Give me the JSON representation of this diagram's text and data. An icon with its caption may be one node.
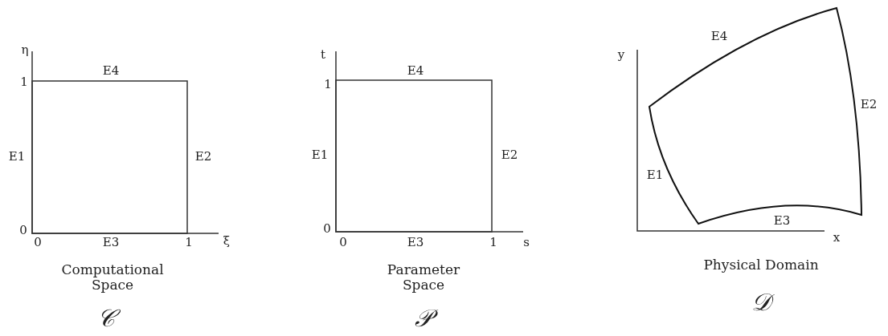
{
  "diagram": {
    "labels": [
      "η",
      "E4",
      "1",
      "E1",
      "E2",
      "0",
      "0",
      "E3",
      "1",
      "ξ",
      "Computational Space",
      "𝒞",
      "t",
      "E4",
      "1",
      "E1",
      "E2",
      "0",
      "0",
      "E3",
      "1",
      "s",
      "Parameter Space",
      "𝒫",
      "E4",
      "y",
      "E2",
      "E1",
      "E3",
      "x",
      "Physical Domain",
      "𝒟"
    ]
  }
}
